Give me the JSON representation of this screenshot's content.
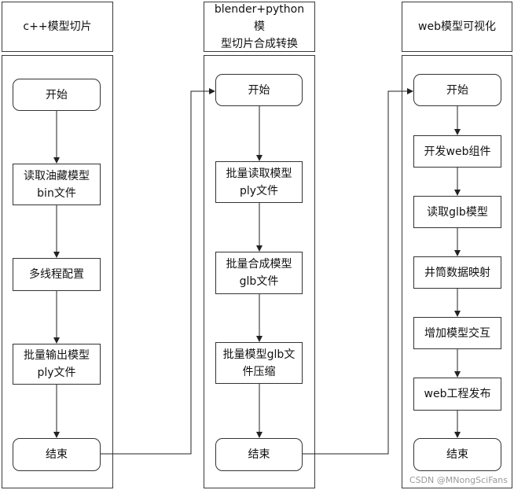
{
  "columns": [
    {
      "header": "c++模型切片",
      "nodes": [
        "开始",
        "读取油藏模型\nbin文件",
        "多线程配置",
        "批量输出模型\nply文件",
        "结束"
      ]
    },
    {
      "header": "blender+python模\n型切片合成转换",
      "nodes": [
        "开始",
        "批量读取模型\nply文件",
        "批量合成模型\nglb文件",
        "批量模型glb文\n件压缩",
        "结束"
      ]
    },
    {
      "header": "web模型可视化",
      "nodes": [
        "开始",
        "开发web组件",
        "读取glb模型",
        "井筒数据映射",
        "增加模型交互",
        "web工程发布",
        "结束"
      ]
    }
  ],
  "watermark": "CSDN @MNongSciFans"
}
